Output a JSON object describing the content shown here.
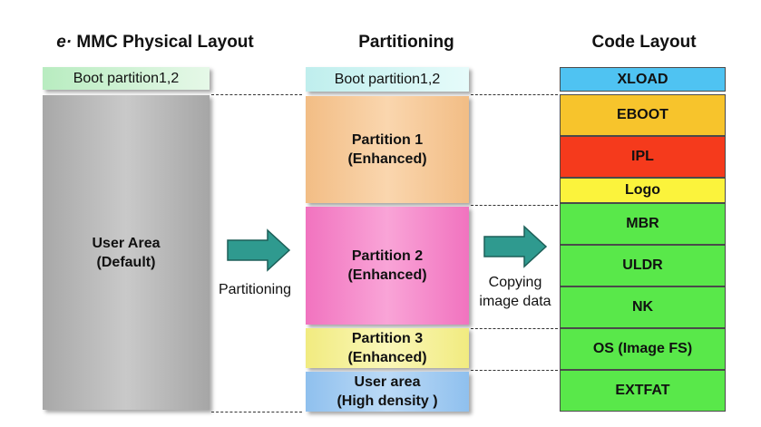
{
  "headers": {
    "physical_prefix": "e·",
    "physical": "MMC Physical Layout",
    "partitioning": "Partitioning",
    "code": "Code Layout"
  },
  "physical": {
    "boot": "Boot partition1,2",
    "user": "User Area\n(Default)"
  },
  "partitions": {
    "boot": "Boot partition1,2",
    "p1": "Partition 1\n(Enhanced)",
    "p2": "Partition 2\n(Enhanced)",
    "p3": "Partition 3\n(Enhanced)",
    "user": "User area\n(High density )"
  },
  "arrows": {
    "partitioning_label": "Partitioning",
    "copy_label": "Copying\nimage data"
  },
  "code_layout": {
    "items": [
      "XLOAD",
      "EBOOT",
      "IPL",
      "Logo",
      "MBR",
      "ULDR",
      "NK",
      "OS (Image FS)",
      "EXTFAT"
    ],
    "colors": [
      "#4fc3f2",
      "#f7c42c",
      "#f53a1c",
      "#fbf33c",
      "#59e84a",
      "#59e84a",
      "#59e84a",
      "#59e84a",
      "#59e84a"
    ]
  },
  "colors": {
    "boot_block": "#d6f5dc",
    "user_area": "#bdbdbd",
    "partition_boot": "#d7f6f4",
    "partition1": "#f7cc99",
    "partition2": "#f78fcb",
    "partition3": "#f6f199",
    "partition_user": "#a7cdf2",
    "arrow": "#2f9a8f"
  }
}
